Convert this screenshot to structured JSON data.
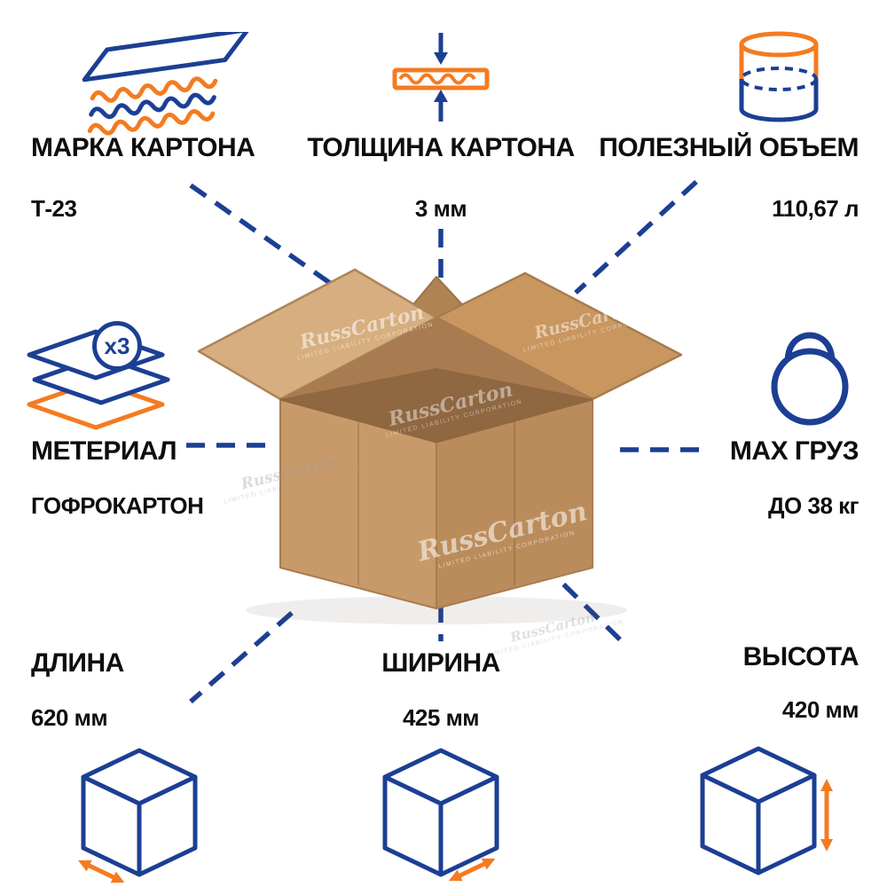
{
  "colors": {
    "blue": "#1c3f94",
    "orange": "#f47b20",
    "text": "#0e0e0e",
    "cardboard_front_left": "#c99a69",
    "cardboard_front_right": "#bb8c5b",
    "cardboard_interior": "#a87c50"
  },
  "watermark": {
    "title": "RussCarton",
    "subtitle": "LIMITED LIABILITY CORPORATION"
  },
  "specs": {
    "top_left": {
      "label": "МАРКА КАРТОНА",
      "value": "Т-23",
      "icon": "cardboard-layers-icon"
    },
    "top_center": {
      "label": "ТОЛЩИНА КАРТОНА",
      "value": "3 мм",
      "icon": "thickness-press-icon"
    },
    "top_right": {
      "label": "ПОЛЕЗНЫЙ ОБЪЕМ",
      "value": "110,67 л",
      "icon": "volume-cylinder-icon"
    },
    "mid_left": {
      "label": "МЕТЕРИАЛ",
      "value": "ГОФРОКАРТОН",
      "icon": "layered-sheets-icon",
      "badge": "x3"
    },
    "mid_right": {
      "label": "MAX ГРУЗ",
      "value": "ДО 38 кг",
      "icon": "kettlebell-icon"
    },
    "bottom_left": {
      "label": "ДЛИНА",
      "value": "620 мм",
      "icon": "cube-length-icon"
    },
    "bottom_center": {
      "label": "ШИРИНА",
      "value": "425 мм",
      "icon": "cube-width-icon"
    },
    "bottom_right": {
      "label": "ВЫСОТА",
      "value": "420 мм",
      "icon": "cube-height-icon"
    }
  }
}
